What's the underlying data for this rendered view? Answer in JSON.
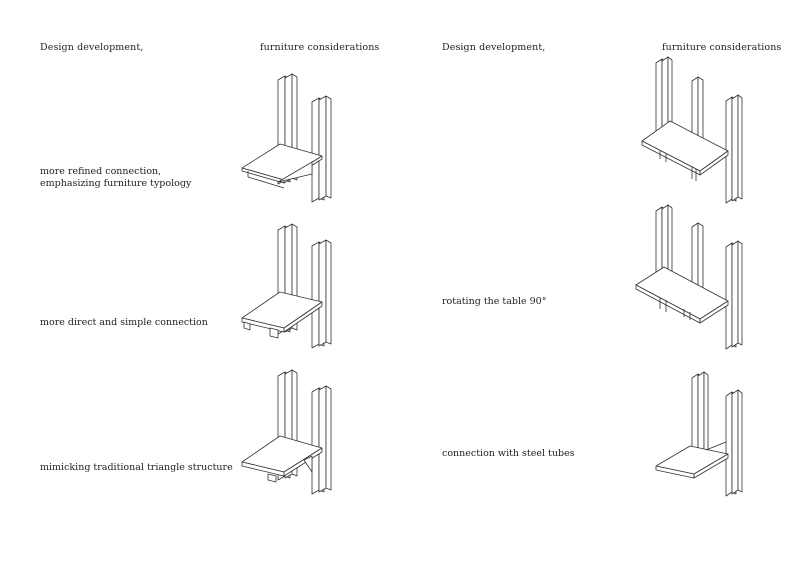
{
  "left_panel": {
    "heading": "Design development,",
    "subheading": "furniture considerations",
    "rows": [
      {
        "lines": [
          "more refined connection,",
          "emphasizing furniture typology"
        ]
      },
      {
        "lines": [
          "more direct and simple connection"
        ]
      },
      {
        "lines": [
          "mimicking traditional triangle structure"
        ]
      }
    ]
  },
  "right_panel": {
    "heading": "Design development,",
    "subheading": "furniture considerations",
    "rows": [
      {
        "lines": [
          ""
        ]
      },
      {
        "lines": [
          "rotating the table 90°"
        ]
      },
      {
        "lines": [
          "connection with steel tubes"
        ]
      }
    ]
  }
}
